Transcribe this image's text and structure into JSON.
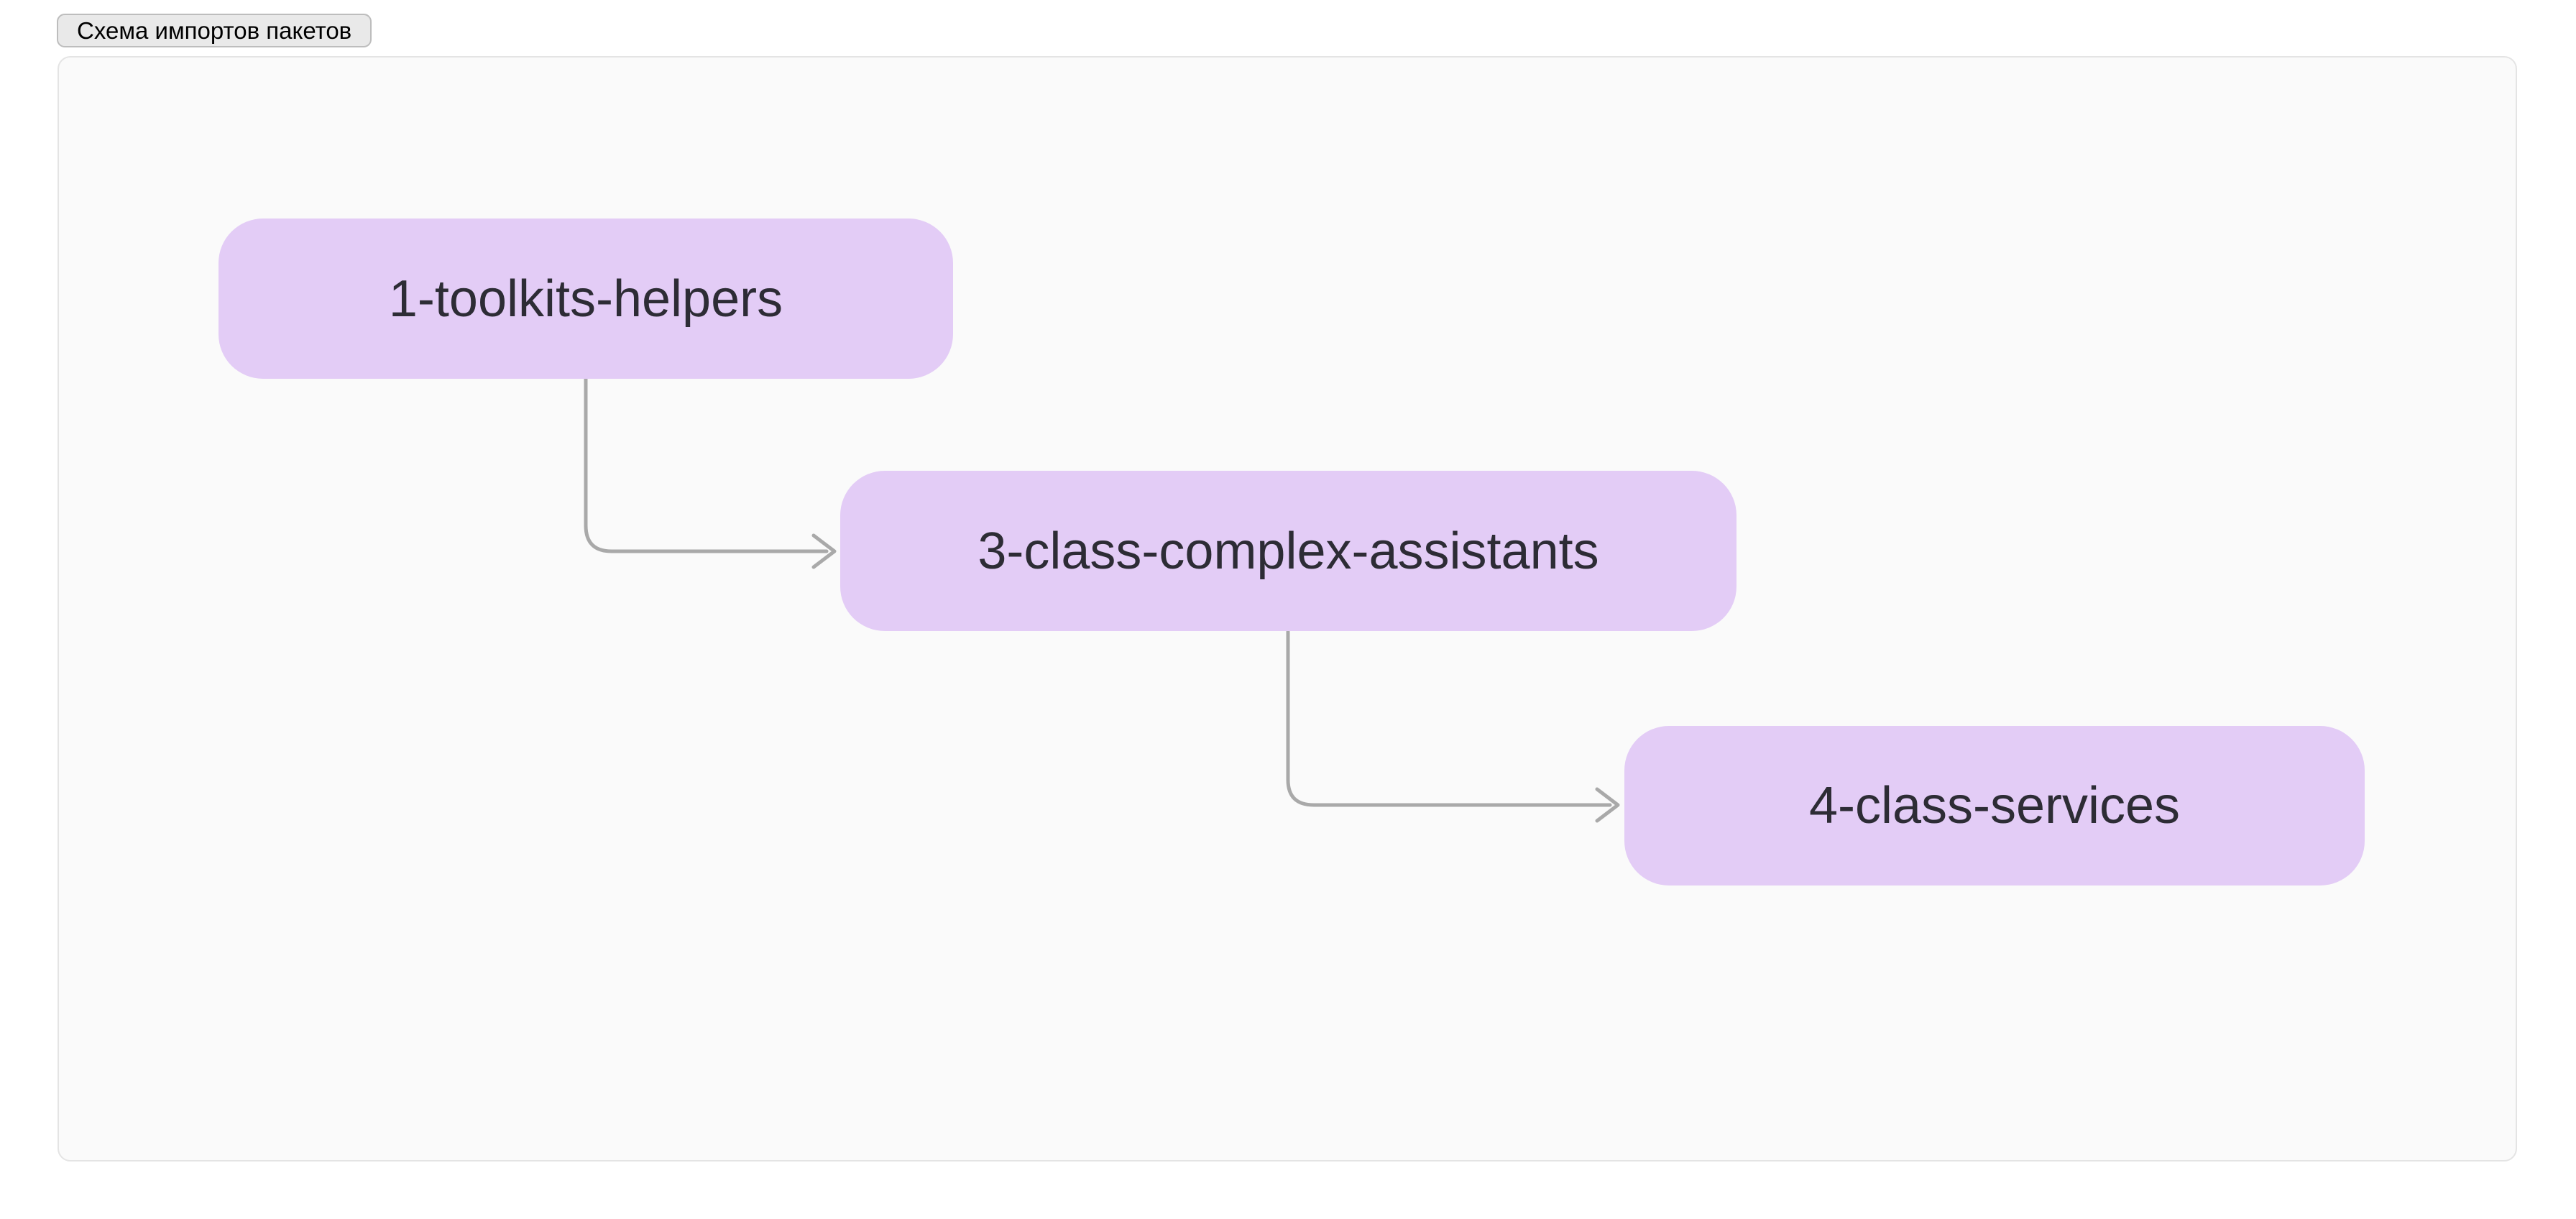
{
  "header": {
    "toggle_label": "Схема импортов пакетов"
  },
  "colors": {
    "page-bg": "#ffffff",
    "canvas-bg": "#fafafa",
    "canvas-border": "#e4e4e4",
    "node-fill": "#e3ccf6",
    "node-text": "#2d2c35",
    "edge": "#a9a9a9",
    "button-bg": "#e9e9e9",
    "button-border": "#bdbdbd",
    "button-text": "#000000"
  },
  "diagram": {
    "type": "flowchart",
    "direction": "top-down-staircase",
    "nodes": [
      {
        "label": "1-toolkits-helpers"
      },
      {
        "label": "3-class-complex-assistants"
      },
      {
        "label": "4-class-services"
      }
    ],
    "edges": [
      {
        "from": "1-toolkits-helpers",
        "to": "3-class-complex-assistants"
      },
      {
        "from": "3-class-complex-assistants",
        "to": "4-class-services"
      }
    ]
  }
}
